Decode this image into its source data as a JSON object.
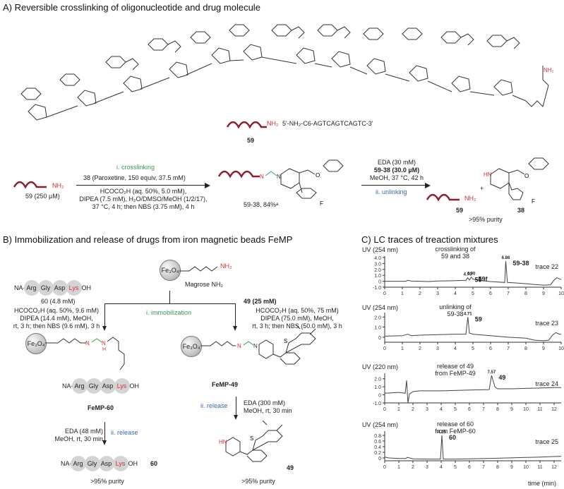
{
  "panel_a": {
    "title": "A) Reversible crosslinking of oligonucleotide and drug molecule",
    "oligo_label": "59",
    "oligo_sequence": "5'-NH₂-C6-AGTCAGTCAGTC-3'",
    "nh2": "NH₂",
    "start_label": "59 (250 µM)",
    "step1": {
      "name": "i. crosslinking",
      "above": "38 (Paroxetine, 150 equiv, 37.5 mM)",
      "below": [
        "HCOCO₂H (aq. 50%, 5.0 mM),",
        "DIPEA (7.5 mM), H₂O/DMSO/MeOH (1/2/17),",
        "37 °C, 4 h;  then NBS (3.75 mM), 4 h"
      ]
    },
    "product_label": "59-38, 84%ᵃ",
    "step2": {
      "name": "ii. unlinking",
      "above": [
        "EDA (30 mM)",
        "59-38 (30.0 µM)",
        "MeOH, 37 °C, 42 h"
      ]
    },
    "products": {
      "a": "59",
      "b": "38",
      "plus": "+",
      "purity": ">95% purity"
    }
  },
  "panel_b": {
    "title": "B) Immobilization and release of drugs from iron magnetic beads FeMP",
    "bead_label": "Fe₃O₄",
    "magrose_label": "Magrose NH₂",
    "peptide": {
      "n_term": "NA-",
      "residues": [
        "Arg",
        "Gly",
        "Asp",
        "Lys"
      ],
      "c_term": "OH"
    },
    "left": {
      "start": "60 (4.8 mM)",
      "conditions": [
        "HCOCO₂H (aq. 50%, 9.6 mM)",
        "DIPEA (14.4 mM), MeOH,",
        "rt, 3 h; then NBS (9.6 mM), 3 h"
      ],
      "intermediate": "FeMP-60",
      "release_conditions": [
        "EDA  (48 mM)",
        "MeOH, rt, 30 min"
      ],
      "release_label": "ii. release",
      "product": "60",
      "purity": ">95% purity"
    },
    "center_label": "i. immobilization",
    "right": {
      "start": "49 (25 mM)",
      "conditions": [
        "HCOCO₂H  (aq. 50%, 75 mM)",
        "DIPEA (75.0 mM), MeOH,",
        "rt, 3 h; then NBS (50.0 mM),  3 h"
      ],
      "intermediate": "FeMP-49",
      "release_conditions": [
        "EDA  (300 mM)",
        "MeOH, rt, 30 min"
      ],
      "release_label": "ii. release",
      "product": "49",
      "purity": ">95% purity"
    }
  },
  "panel_c": {
    "title": "C) LC traces of treaction mixtures",
    "xlabel": "time (min)"
  },
  "chart_data": [
    {
      "type": "line",
      "title": "trace 22",
      "ylabel": "UV (254 nm)",
      "annotation": [
        "crosslinking of",
        "59 and 38"
      ],
      "xlim": [
        0,
        10
      ],
      "ylim": [
        -1.0,
        4.0
      ],
      "xticks": [
        0,
        1,
        2,
        3,
        4,
        5,
        6,
        7,
        8,
        9,
        10
      ],
      "yticks": [
        -1.0,
        0,
        1.0,
        2.0,
        3.0,
        4.0
      ],
      "ytick_labels": [
        "-1.0",
        "0",
        "1.0",
        "2.0",
        "3.0",
        "4.0"
      ],
      "peaks": [
        {
          "rt": 4.7,
          "height": 0.6,
          "label": "59"
        },
        {
          "rt": 4.9,
          "height": 0.7,
          "label": "59f"
        },
        {
          "rt": 6.86,
          "height": 3.4,
          "label": "59-38"
        }
      ],
      "x": [
        0,
        1.2,
        1.3,
        1.5,
        2.5,
        3,
        4,
        4.6,
        4.7,
        4.8,
        4.9,
        5,
        5.5,
        6,
        6.8,
        6.86,
        6.95,
        7.5,
        8,
        8.5,
        9,
        9.4,
        9.6,
        9.75,
        9.9,
        10
      ],
      "y": [
        0,
        0,
        0.15,
        0.05,
        -0.05,
        0.05,
        0.1,
        0.15,
        0.6,
        0.2,
        0.7,
        0.35,
        0.1,
        -0.05,
        -0.2,
        3.4,
        -0.2,
        -0.3,
        -0.4,
        -0.55,
        -0.65,
        -0.6,
        0.2,
        0.6,
        0.4,
        0.3
      ]
    },
    {
      "type": "line",
      "title": "trace 23",
      "ylabel": "UV (254 nm)",
      "annotation": [
        "unlinking of",
        "59-38"
      ],
      "xlim": [
        0,
        10
      ],
      "ylim": [
        -0.5,
        2.3
      ],
      "xticks": [
        0,
        1,
        2,
        3,
        4,
        5,
        6,
        7,
        8,
        9,
        10
      ],
      "yticks": [
        0,
        1.0,
        2.0
      ],
      "ytick_labels": [
        "0",
        "1.0",
        "2.0"
      ],
      "peaks": [
        {
          "rt": 4.71,
          "height": 2.0,
          "label": "59"
        }
      ],
      "x": [
        0,
        1,
        1.2,
        1.3,
        1.5,
        2,
        3,
        4,
        4.6,
        4.71,
        4.8,
        5,
        6,
        7,
        8,
        8.5,
        9,
        9.3,
        9.5,
        9.7,
        9.9,
        10
      ],
      "y": [
        0.1,
        0.15,
        0.25,
        0.3,
        0.15,
        0.2,
        0.25,
        0.3,
        0.3,
        2.0,
        0.4,
        0.3,
        0.15,
        0,
        -0.1,
        -0.3,
        -0.35,
        -0.3,
        0.2,
        0.45,
        0.3,
        0.3
      ]
    },
    {
      "type": "line",
      "title": "trace 24",
      "ylabel": "UV (220 nm)",
      "annotation": [
        "release of 49",
        "from FeMP-49"
      ],
      "xlim": [
        0,
        12.5
      ],
      "ylim": [
        -1.0,
        2.5
      ],
      "xticks": [
        0,
        1,
        2,
        3,
        4,
        5,
        6,
        7,
        8,
        9,
        10,
        11,
        12
      ],
      "yticks": [
        -1.0,
        0,
        1.0,
        2.0
      ],
      "ytick_labels": [
        "-1.0",
        "0",
        "1.0",
        "2.0"
      ],
      "peaks": [
        {
          "rt": 7.57,
          "height": 2.4,
          "label": "49"
        }
      ],
      "x": [
        0,
        1,
        1.45,
        1.55,
        1.65,
        1.75,
        2,
        2.5,
        4,
        6,
        7.4,
        7.57,
        7.8,
        8,
        9,
        10,
        11,
        12,
        12.5
      ],
      "y": [
        0.2,
        0.3,
        0.2,
        1.8,
        -1.0,
        0.1,
        0.4,
        0.5,
        0.5,
        0.6,
        0.65,
        2.4,
        1.0,
        0.75,
        0.75,
        0.8,
        0.85,
        0.9,
        0.9
      ]
    },
    {
      "type": "line",
      "title": "trace 25",
      "ylabel": "UV (254 nm)",
      "annotation": [
        "release of 60",
        "from FeMP-60"
      ],
      "xlim": [
        0,
        12.5
      ],
      "ylim": [
        -0.1,
        0.9
      ],
      "xticks": [
        0,
        1,
        2,
        3,
        4,
        5,
        6,
        7,
        8,
        9,
        10,
        11,
        12
      ],
      "yticks": [
        0,
        0.2,
        0.4,
        0.6,
        0.8
      ],
      "ytick_labels": [
        "0",
        "0.2",
        "0.4",
        "0.6",
        "0.8"
      ],
      "peaks": [
        {
          "rt": 4.05,
          "height": 0.8,
          "label": "60"
        }
      ],
      "x": [
        0,
        0.3,
        1,
        1.5,
        1.6,
        2,
        3,
        3.95,
        4.05,
        4.15,
        5,
        6,
        8,
        10,
        11,
        12,
        12.5
      ],
      "y": [
        0.03,
        0,
        -0.02,
        -0.02,
        0.02,
        -0.03,
        -0.04,
        -0.04,
        0.8,
        -0.04,
        -0.04,
        -0.03,
        -0.01,
        0.02,
        0.03,
        0.05,
        0.06
      ]
    }
  ]
}
